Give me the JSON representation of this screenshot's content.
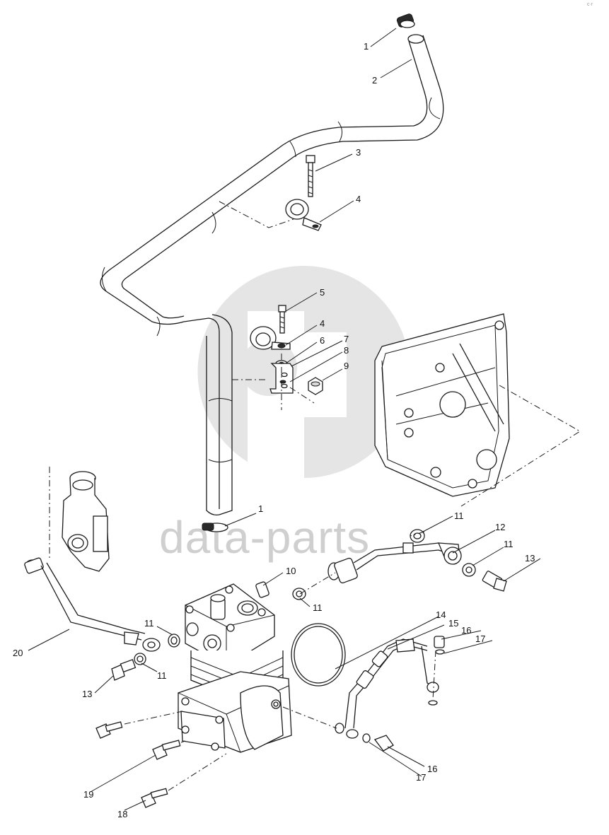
{
  "watermark": {
    "text": "data-parts"
  },
  "corner_mark": "c·r",
  "callouts": [
    "1",
    "2",
    "3",
    "4",
    "5",
    "4",
    "6",
    "7",
    "8",
    "9",
    "1",
    "10",
    "11",
    "12",
    "11",
    "13",
    "11",
    "11",
    "11",
    "13",
    "14",
    "15",
    "16",
    "17",
    "16",
    "17",
    "18",
    "19",
    "20"
  ]
}
